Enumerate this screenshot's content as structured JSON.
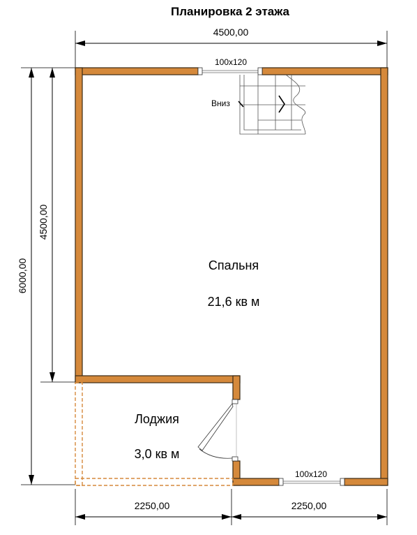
{
  "title": "Планировка 2 этажа",
  "dimensions": {
    "top_width": "4500,00",
    "left_total": "6000,00",
    "left_inner": "4500,00",
    "bottom_left": "2250,00",
    "bottom_right": "2250,00"
  },
  "windows": {
    "top": "100x120",
    "bottom": "100x120"
  },
  "stairs": {
    "label": "Вниз"
  },
  "rooms": {
    "bedroom": {
      "name": "Спальня",
      "area": "21,6 кв м"
    },
    "loggia": {
      "name": "Лоджия",
      "area": "3,0 кв м"
    }
  },
  "colors": {
    "wall": "#d5893b",
    "wall_outline": "#3a2a15",
    "background": "#ffffff"
  }
}
